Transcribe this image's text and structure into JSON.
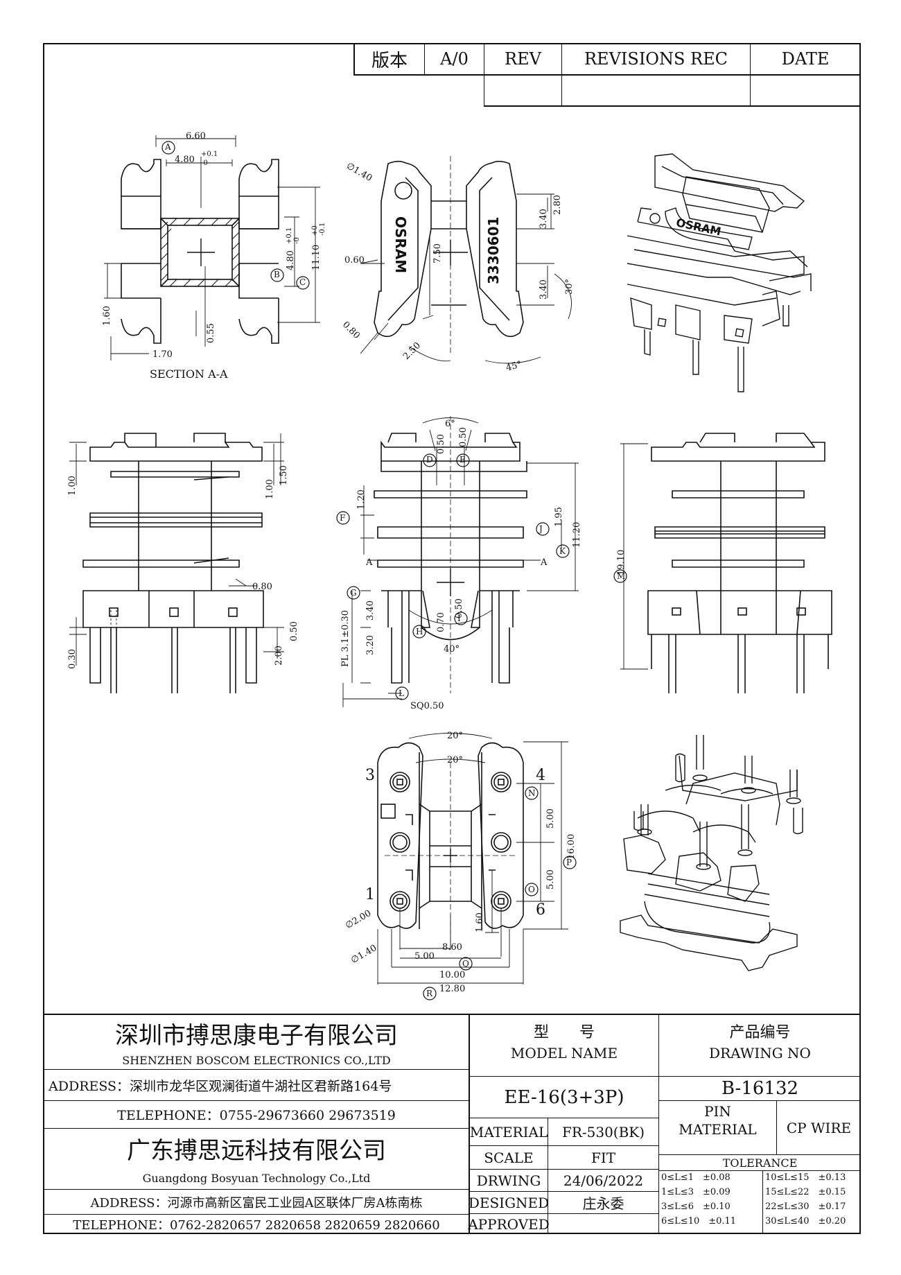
{
  "revision_block": {
    "version_label": "版本",
    "version_value": "A/0",
    "rev_label": "REV",
    "revisions_label": "REVISIONS REC",
    "date_label": "DATE"
  },
  "top_left_view": {
    "dims": [
      "6.60",
      "A",
      "4.80",
      "+0.1",
      "-0",
      "4.80",
      "+0.1",
      "-0",
      "B",
      "11.10",
      "+0",
      "-0.1",
      "C",
      "1.60",
      "1.70",
      "0.55"
    ],
    "caption": "SECTION A-A"
  },
  "top_mid_view": {
    "dims": [
      "∅1.40",
      "0.60",
      "7.50",
      "0.80",
      "2.50",
      "3.40",
      "2.80",
      "3.40",
      "30°",
      "45°"
    ],
    "marks": [
      "OSRAM",
      "3330601"
    ]
  },
  "iso_top": {
    "mark": "OSRAM"
  },
  "side_left_view": {
    "dims": [
      "1.00",
      "1.00",
      "1.50",
      "0.80",
      "0.30",
      "2.00",
      "0.50"
    ]
  },
  "side_mid_view": {
    "dims": [
      "6°",
      "0.50",
      "0.50",
      "D",
      "E",
      "1.20",
      "F",
      "1.95",
      "J",
      "11.20",
      "K",
      "A",
      "A",
      "G",
      "3.40",
      "PL 3.1±0.30",
      "3.20",
      "H",
      "0.70",
      "0.50",
      "I",
      "40°",
      "L",
      "SQ0.50"
    ]
  },
  "side_right_view": {
    "dims": [
      "19.10",
      "M"
    ]
  },
  "bottom_view": {
    "pins": [
      "3",
      "4",
      "1",
      "6"
    ],
    "dims": [
      "20°",
      "20°",
      "N",
      "5.00",
      "16.00",
      "P",
      "5.00",
      "O",
      "∅2.00",
      "∅1.40",
      "1.60",
      "8.60",
      "5.00",
      "Q",
      "10.00",
      "12.80",
      "R"
    ]
  },
  "title_block": {
    "company_cn": "深圳市搏思康电子有限公司",
    "company_en": "SHENZHEN BOSCOM ELECTRONICS CO.,LTD",
    "address": "ADDRESS：深圳市龙华区观澜街道牛湖社区君新路164号",
    "telephone": "TELEPHONE：0755-29673660 29673519",
    "company2_cn": "广东搏思远科技有限公司",
    "company2_en": "Guangdong Bosyuan Technology Co.,Ltd",
    "address2": "ADDRESS：河源市高新区富民工业园A区联体厂房A栋南栋",
    "telephone2": "TELEPHONE：0762-2820657 2820658 2820659 2820660",
    "model_cn": "型　　号",
    "model_en": "MODEL NAME",
    "model_value": "EE-16(3+3P)",
    "drawing_cn": "产品编号",
    "drawing_en": "DRAWING NO",
    "drawing_value": "B-16132",
    "material_label": "MATERIAL",
    "material_value": "FR-530(BK)",
    "pin_material_label_1": "PIN",
    "pin_material_label_2": "MATERIAL",
    "pin_material_value": "CP WIRE",
    "scale_label": "SCALE",
    "scale_value": "FIT",
    "tolerance_label": "TOLERANCE",
    "drawing_label": "DRWING",
    "drawing_date": "24/06/2022",
    "designed_label": "DESIGNED",
    "designed_value": "庄永委",
    "approved_label": "APPROVED",
    "tolerances": [
      "0≤L≤1　±0.08",
      "10≤L≤15　±0.13",
      "1≤L≤3　±0.09",
      "15≤L≤22　±0.15",
      "3≤L≤6　±0.10",
      "22≤L≤30　±0.17",
      "6≤L≤10　±0.11",
      "30≤L≤40　±0.20"
    ]
  }
}
